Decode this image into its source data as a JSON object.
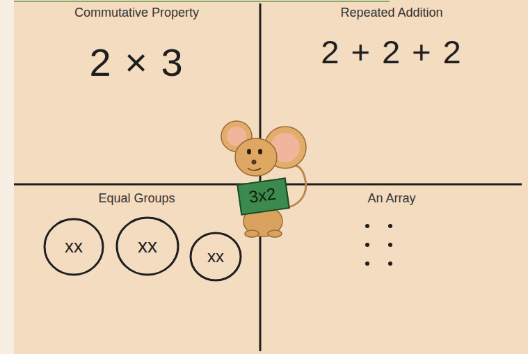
{
  "diagram": {
    "nodes": [
      {
        "text": [
          "Commutative Property",
          "2 × 3"
        ]
      },
      {
        "text": [
          "Repeated Addition",
          "2 + 2 + 2"
        ]
      },
      {
        "text": [
          "Equal Groups"
        ]
      },
      {
        "text": [
          "xx"
        ],
        "in": 2
      },
      {
        "text": [
          "xx"
        ],
        "in": 2
      },
      {
        "text": [
          "xx"
        ],
        "in": 2
      },
      {
        "text": [
          "An Array"
        ]
      },
      {
        "text": [
          "3x2"
        ]
      }
    ]
  }
}
